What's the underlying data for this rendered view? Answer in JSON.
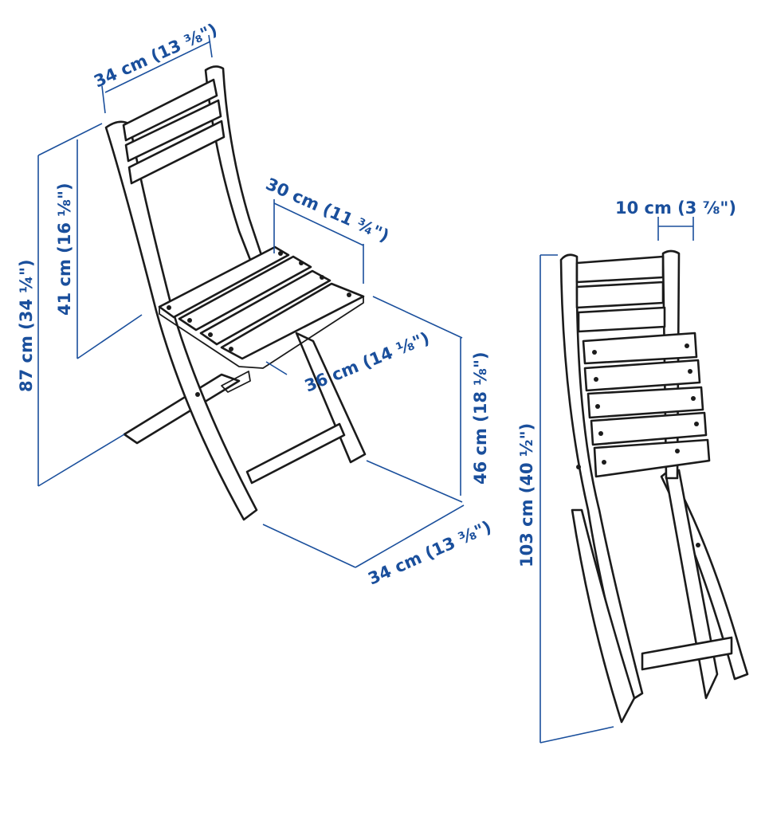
{
  "colors": {
    "dimension": "#1a4f9c",
    "outline": "#1b1b1b",
    "background": "#ffffff"
  },
  "dimensions": {
    "unfolded_backrest_width": "34 cm (13 ⅜\")",
    "unfolded_total_height": "87 cm (34 ¼\")",
    "unfolded_backrest_height": "41 cm (16 ⅛\")",
    "unfolded_seat_depth_top": "30 cm (11 ¾\")",
    "unfolded_seat_depth": "36 cm (14 ⅛\")",
    "unfolded_seat_height": "46 cm (18 ⅛\")",
    "unfolded_base_width": "34 cm (13 ⅜\")",
    "folded_thickness": "10 cm (3 ⅞\")",
    "folded_height": "103 cm (40 ½\")"
  }
}
